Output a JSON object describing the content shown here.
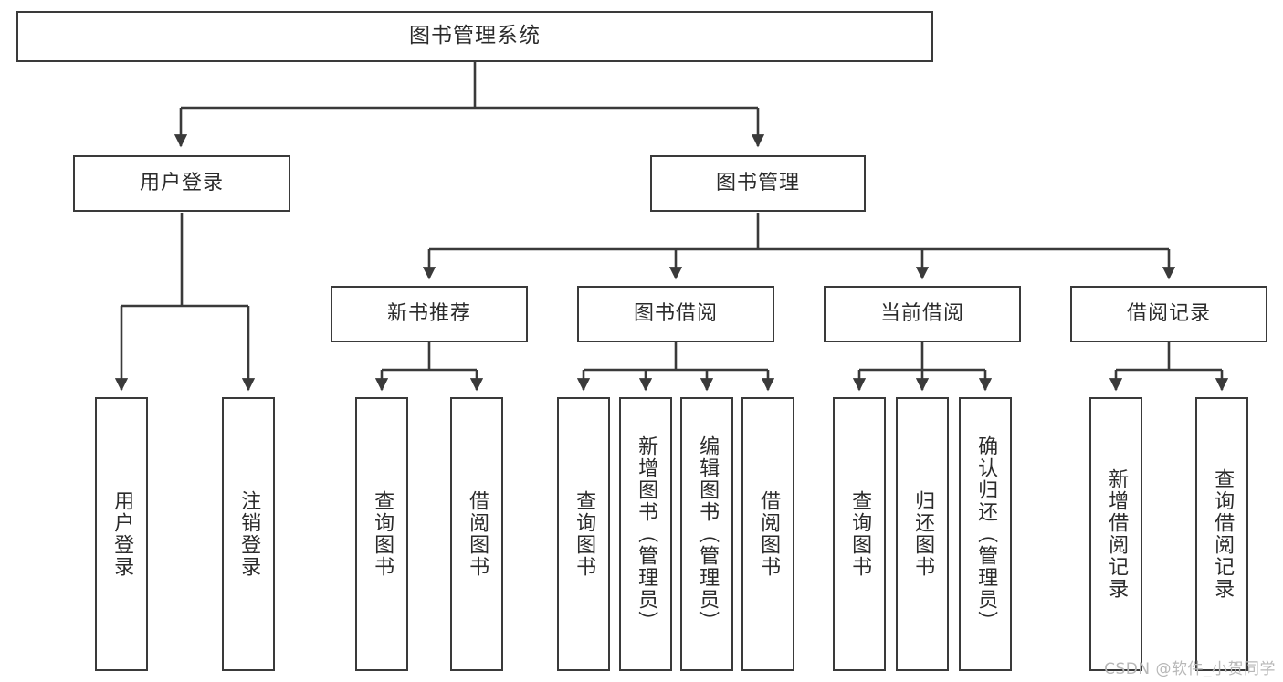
{
  "diagram": {
    "title": "图书管理系统",
    "type": "hierarchy-tree",
    "root": {
      "label": "图书管理系统",
      "name": "node-root-book-management-system"
    },
    "level2": [
      {
        "label": "用户登录",
        "name": "node-user-login"
      },
      {
        "label": "图书管理",
        "name": "node-book-management"
      }
    ],
    "level3": [
      {
        "label": "新书推荐",
        "name": "node-new-book-recommend"
      },
      {
        "label": "图书借阅",
        "name": "node-book-borrow"
      },
      {
        "label": "当前借阅",
        "name": "node-current-borrow"
      },
      {
        "label": "借阅记录",
        "name": "node-borrow-record"
      }
    ],
    "leaves": {
      "user_login": [
        {
          "label": "用户登录",
          "name": "leaf-user-login"
        },
        {
          "label": "注销登录",
          "name": "leaf-logout"
        }
      ],
      "new_book_recommend": [
        {
          "label": "查询图书",
          "name": "leaf-query-book-1"
        },
        {
          "label": "借阅图书",
          "name": "leaf-borrow-book-1"
        }
      ],
      "book_borrow": [
        {
          "label": "查询图书",
          "name": "leaf-query-book-2"
        },
        {
          "label": "新增图书（管理员）",
          "name": "leaf-add-book-admin"
        },
        {
          "label": "编辑图书（管理员）",
          "name": "leaf-edit-book-admin"
        },
        {
          "label": "借阅图书",
          "name": "leaf-borrow-book-2"
        }
      ],
      "current_borrow": [
        {
          "label": "查询图书",
          "name": "leaf-query-book-3"
        },
        {
          "label": "归还图书",
          "name": "leaf-return-book"
        },
        {
          "label": "确认归还（管理员）",
          "name": "leaf-confirm-return-admin"
        }
      ],
      "borrow_record": [
        {
          "label": "新增借阅记录",
          "name": "leaf-add-borrow-record"
        },
        {
          "label": "查询借阅记录",
          "name": "leaf-query-borrow-record"
        }
      ]
    }
  },
  "watermark": {
    "text": "CSDN @软件_小贺同学"
  },
  "colors": {
    "line": "#3a3a3a",
    "text": "#2b2b2b",
    "background": "#ffffff",
    "watermark": "#b8b8b8"
  }
}
